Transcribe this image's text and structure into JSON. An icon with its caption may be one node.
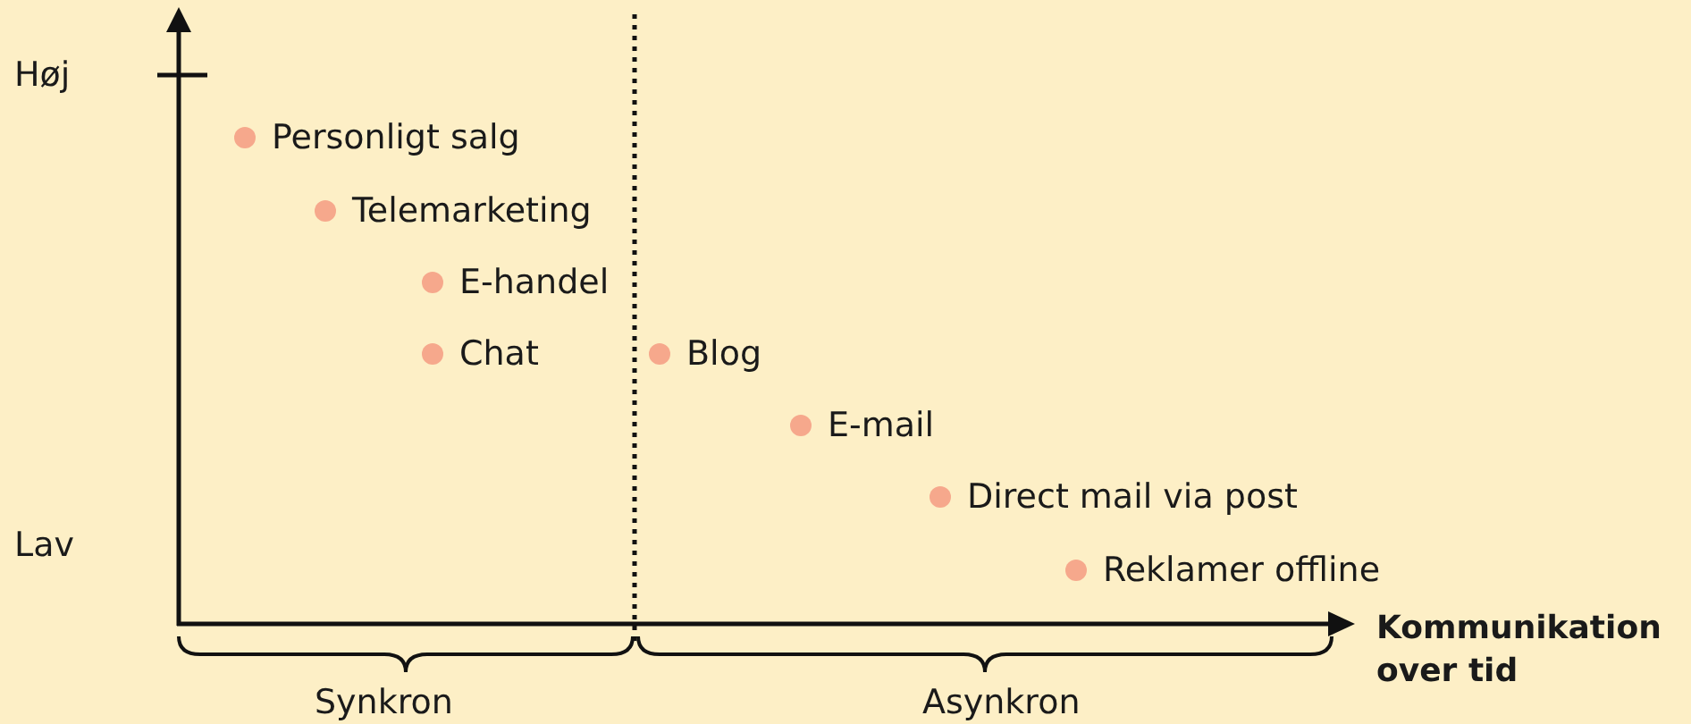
{
  "diagram": {
    "labels": [
      "Høj",
      "Lav",
      "Personligt salg",
      "Telemarketing",
      "E-handel",
      "Chat",
      "Blog",
      "E-mail",
      "Direct mail via post",
      "Reklamer offline",
      "Kommunikation over tid",
      "Synkron",
      "Asynkron"
    ]
  }
}
